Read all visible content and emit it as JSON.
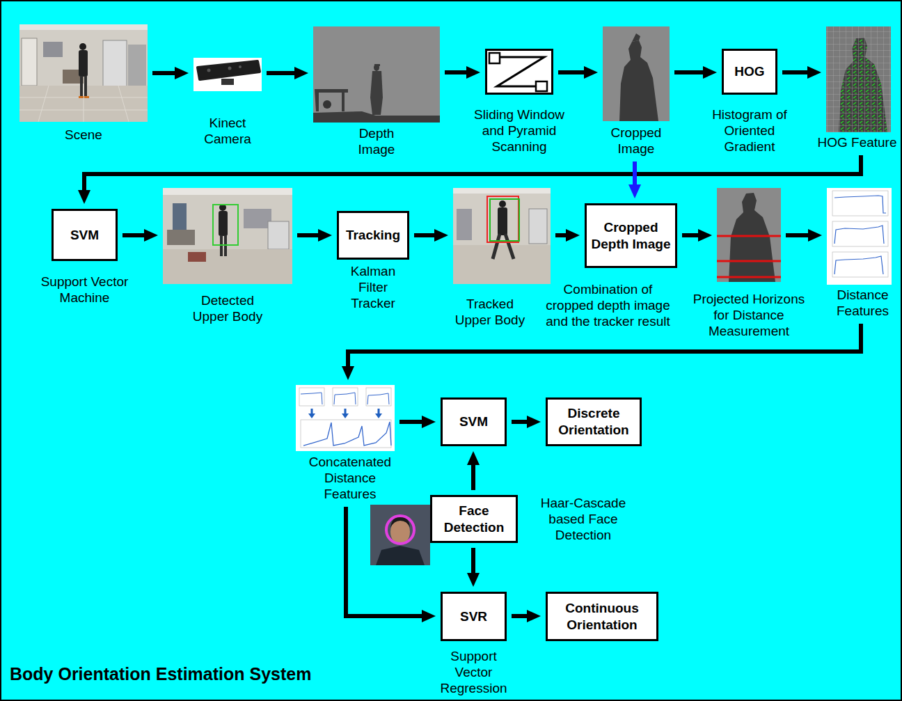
{
  "diagram": {
    "title": "Body Orientation Estimation System",
    "nodes": [
      {
        "text": [
          "Scene"
        ]
      },
      {
        "text": [
          "Kinect Camera"
        ]
      },
      {
        "text": [
          "Depth Image"
        ]
      },
      {
        "text": [
          "Sliding Window and Pyramid Scanning"
        ]
      },
      {
        "text": [
          "Cropped Image"
        ]
      },
      {
        "text": [
          "HOG",
          "Histogram of Oriented Gradient"
        ]
      },
      {
        "text": [
          "HOG Feature"
        ]
      },
      {
        "text": [
          "SVM",
          "Support Vector Machine"
        ]
      },
      {
        "text": [
          "Detected Upper Body"
        ]
      },
      {
        "text": [
          "Tracking",
          "Kalman Filter Tracker"
        ]
      },
      {
        "text": [
          "Tracked Upper Body"
        ]
      },
      {
        "text": [
          "Cropped Depth Image",
          "Combination of cropped depth image and the tracker result"
        ]
      },
      {
        "text": [
          "Projected Horizons for Distance Measurement"
        ]
      },
      {
        "text": [
          "Distance Features"
        ]
      },
      {
        "text": [
          "Concatenated Distance Features"
        ]
      },
      {
        "text": [
          "SVM"
        ]
      },
      {
        "text": [
          "Discrete Orientation"
        ]
      },
      {
        "text": [
          "Face Detection",
          "Haar-Cascade based Face Detection"
        ]
      },
      {
        "text": [
          "SVR",
          "Support Vector Regression"
        ]
      },
      {
        "text": [
          "Continuous Orientation"
        ]
      }
    ],
    "edges": [
      {
        "from": 0,
        "to": 1,
        "arrow": "to"
      },
      {
        "from": 1,
        "to": 2,
        "arrow": "to"
      },
      {
        "from": 2,
        "to": 3,
        "arrow": "to"
      },
      {
        "from": 3,
        "to": 4,
        "arrow": "to"
      },
      {
        "from": 4,
        "to": 5,
        "arrow": "to"
      },
      {
        "from": 5,
        "to": 6,
        "arrow": "to"
      },
      {
        "from": 6,
        "to": 7,
        "arrow": "to"
      },
      {
        "from": 7,
        "to": 8,
        "arrow": "to"
      },
      {
        "from": 8,
        "to": 9,
        "arrow": "to"
      },
      {
        "from": 9,
        "to": 10,
        "arrow": "to"
      },
      {
        "from": 10,
        "to": 11,
        "arrow": "to"
      },
      {
        "from": 4,
        "to": 11,
        "arrow": "to"
      },
      {
        "from": 11,
        "to": 12,
        "arrow": "to"
      },
      {
        "from": 12,
        "to": 13,
        "arrow": "to"
      },
      {
        "from": 13,
        "to": 14,
        "arrow": "to"
      },
      {
        "from": 14,
        "to": 15,
        "arrow": "to"
      },
      {
        "from": 15,
        "to": 16,
        "arrow": "to"
      },
      {
        "from": 17,
        "to": 15,
        "arrow": "to"
      },
      {
        "from": 17,
        "to": 18,
        "arrow": "to"
      },
      {
        "from": 14,
        "to": 18,
        "arrow": "to"
      },
      {
        "from": 18,
        "to": 19,
        "arrow": "to"
      }
    ]
  }
}
